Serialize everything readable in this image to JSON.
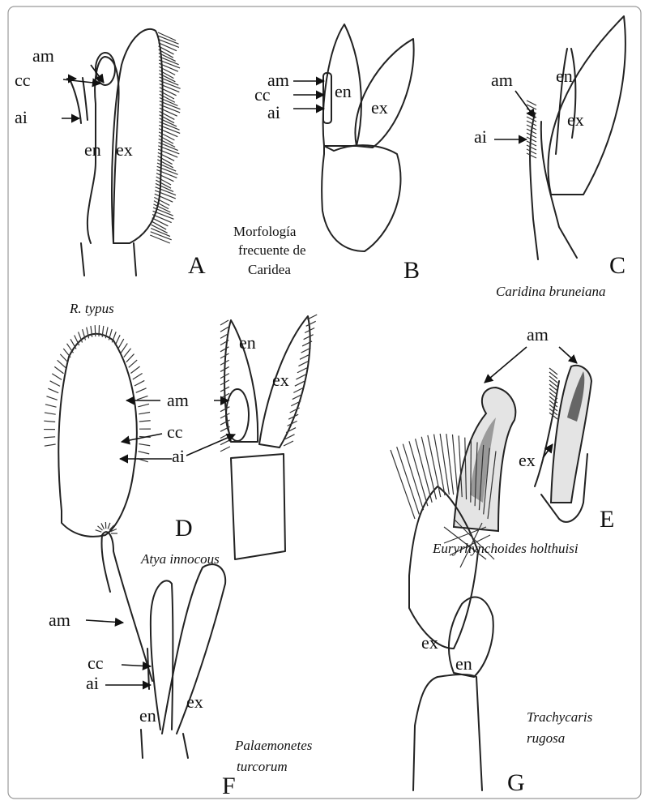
{
  "labels": {
    "am": "am",
    "cc": "cc",
    "ai": "ai",
    "en": "en",
    "ex": "ex"
  },
  "panels": {
    "A": "A",
    "B": "B",
    "C": "C",
    "D": "D",
    "E": "E",
    "F": "F",
    "G": "G"
  },
  "captions": {
    "b_note_1": "Morfología",
    "b_note_2": "frecuente de",
    "b_note_3": "Caridea",
    "a_species": "R. typus",
    "c_species": "Caridina bruneiana",
    "d_species": "Atya innocous",
    "e_species": "Euryrhynchoides holthuisi",
    "f_species_1": "Palaemonetes",
    "f_species_2": "turcorum",
    "g_species_1": "Trachycaris",
    "g_species_2": "rugosa"
  }
}
